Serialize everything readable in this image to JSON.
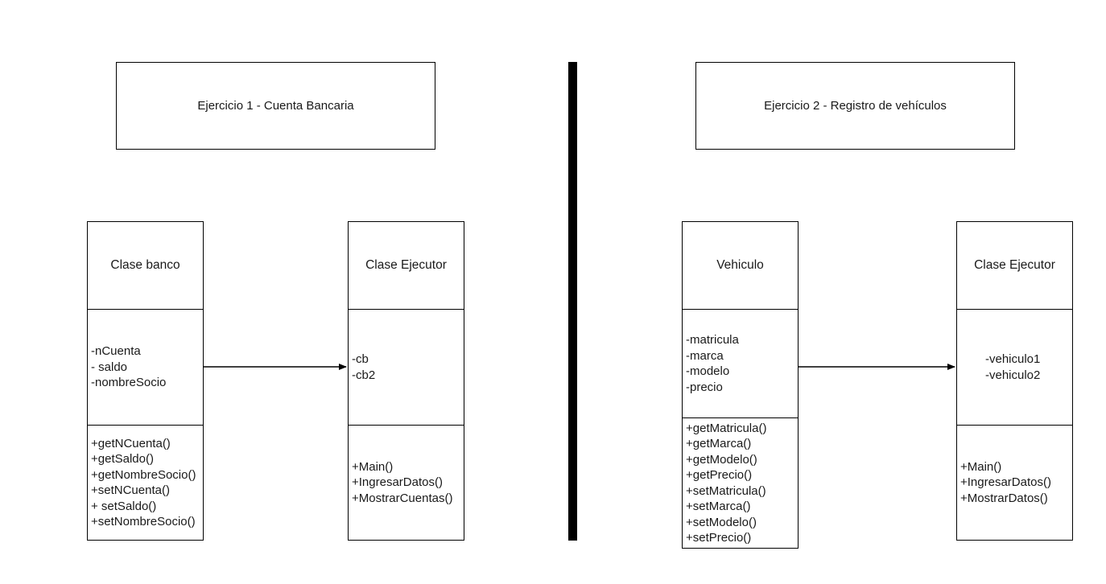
{
  "exercise1": {
    "title": "Ejercicio 1 - Cuenta Bancaria",
    "class_a": {
      "name": "Clase banco",
      "attributes": [
        "-nCuenta",
        "- saldo",
        "-nombreSocio"
      ],
      "methods": [
        "+getNCuenta()",
        "+getSaldo()",
        "+getNombreSocio()",
        "+setNCuenta()",
        "+ setSaldo()",
        "+setNombreSocio()"
      ]
    },
    "class_b": {
      "name": "Clase Ejecutor",
      "attributes": [
        "-cb",
        "-cb2"
      ],
      "methods": [
        "+Main()",
        "+IngresarDatos()",
        "+MostrarCuentas()"
      ]
    }
  },
  "exercise2": {
    "title": "Ejercicio 2 - Registro de vehículos",
    "class_a": {
      "name": "Vehiculo",
      "attributes": [
        "-matricula",
        "-marca",
        "-modelo",
        "-precio"
      ],
      "methods": [
        "+getMatricula()",
        "+getMarca()",
        "+getModelo()",
        "+getPrecio()",
        "+setMatricula()",
        "+setMarca()",
        "+setModelo()",
        "+setPrecio()"
      ]
    },
    "class_b": {
      "name": "Clase Ejecutor",
      "attributes": [
        "-vehiculo1",
        "-vehiculo2"
      ],
      "methods": [
        "+Main()",
        "+IngresarDatos()",
        "+MostrarDatos()"
      ]
    }
  }
}
